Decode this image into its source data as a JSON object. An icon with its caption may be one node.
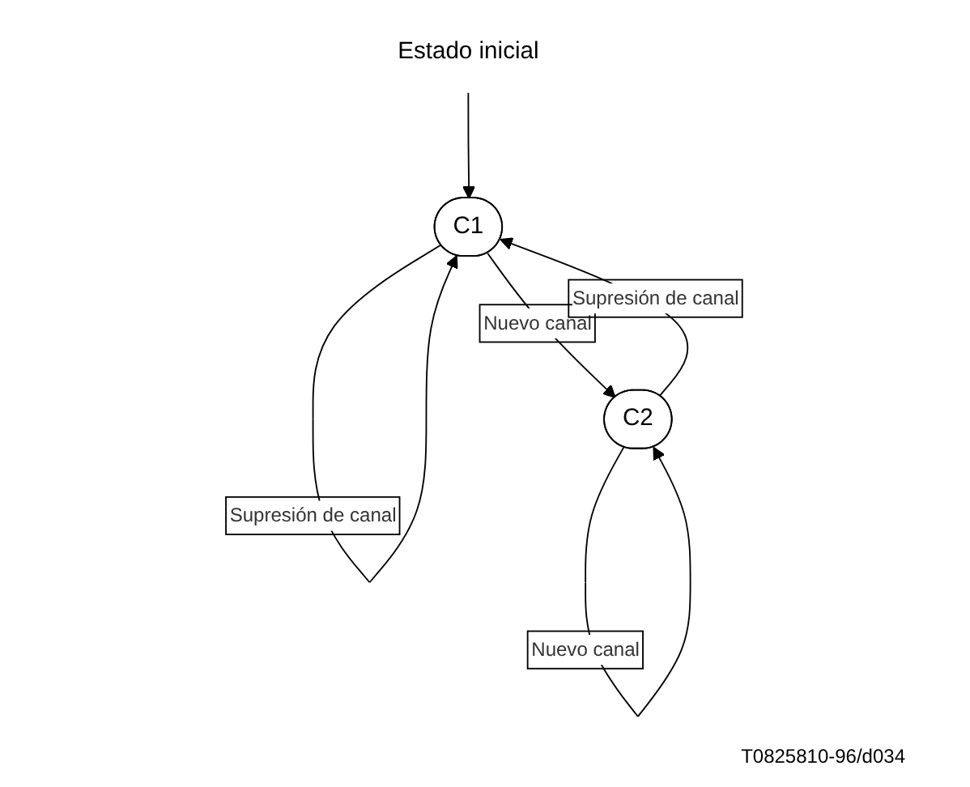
{
  "diagram": {
    "nodes": [
      {
        "text": [
          "C1"
        ]
      },
      {
        "text": [
          "C2"
        ]
      },
      {
        "text": [
          "Estado inicial"
        ]
      }
    ],
    "edges": [
      {
        "from": 0,
        "to": 0,
        "arrow": "to",
        "label": "Supresión de canal"
      },
      {
        "from": 0,
        "to": 1,
        "arrow": "to",
        "label": "Nuevo canal"
      },
      {
        "from": 1,
        "to": 0,
        "arrow": "to",
        "label": "Supresión de canal"
      },
      {
        "from": 1,
        "to": 1,
        "arrow": "to",
        "label": "Nuevo canal"
      },
      {
        "from": 2,
        "to": 0,
        "arrow": "to"
      }
    ],
    "labels": [
      "T0825810-96/d034"
    ]
  }
}
